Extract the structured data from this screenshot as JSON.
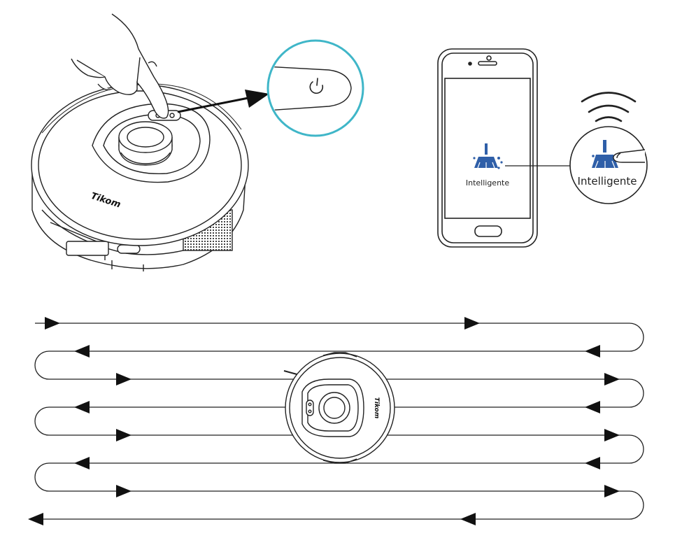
{
  "robot": {
    "brand": "Tikom"
  },
  "phone": {
    "mode_label": "Intelligente",
    "zoom_label": "Intelligente",
    "mode_icon": "broom-icon",
    "accent_color": "#2f5fa8"
  },
  "power_button": {
    "icon": "power-icon",
    "highlight_color": "#3fb6c8"
  },
  "path": {
    "rows": 8,
    "direction": "boustrophedon"
  }
}
